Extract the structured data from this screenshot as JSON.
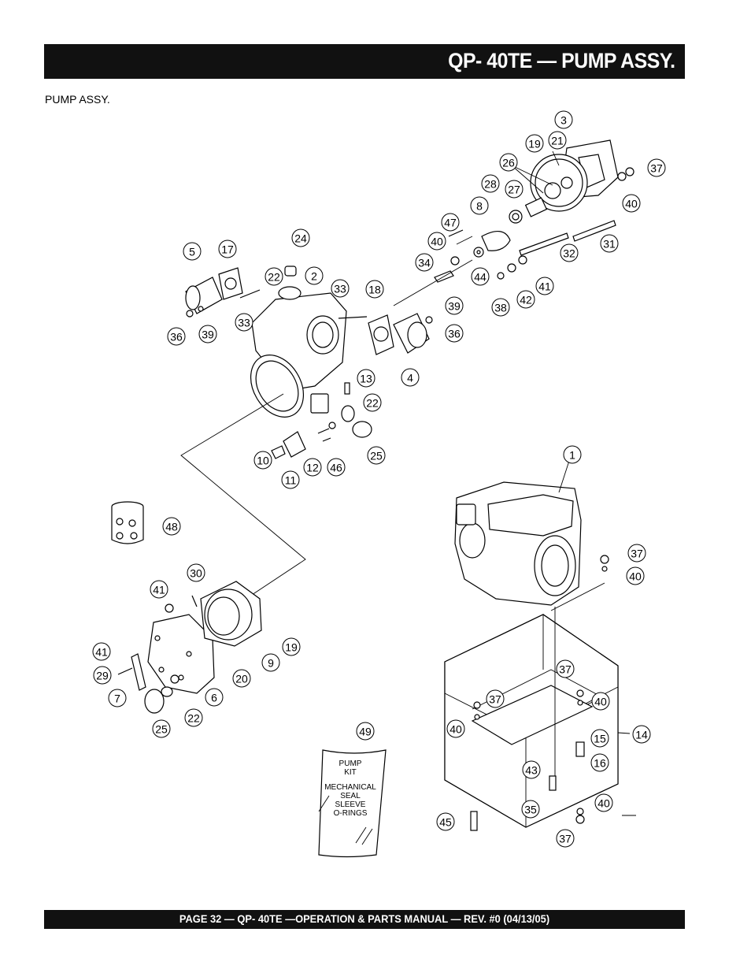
{
  "header": {
    "title": "QP- 40TE  — PUMP ASSY."
  },
  "subtitle": "PUMP ASSY.",
  "footer": {
    "text": "PAGE 32 — QP- 40TE —OPERATION & PARTS MANUAL — REV. #0 (04/13/05)"
  },
  "kit_label": {
    "lines": [
      "PUMP",
      "KIT",
      "MECHANICAL",
      "SEAL",
      "SLEEVE",
      "O-RINGS"
    ]
  },
  "callouts": [
    "1",
    "2",
    "3",
    "4",
    "5",
    "6",
    "7",
    "8",
    "9",
    "10",
    "11",
    "12",
    "13",
    "14",
    "15",
    "16",
    "17",
    "18",
    "19",
    "20",
    "21",
    "22",
    "24",
    "25",
    "26",
    "27",
    "28",
    "29",
    "30",
    "31",
    "32",
    "33",
    "34",
    "35",
    "36",
    "37",
    "38",
    "39",
    "40",
    "41",
    "42",
    "43",
    "44",
    "45",
    "46",
    "47",
    "48",
    "49"
  ]
}
